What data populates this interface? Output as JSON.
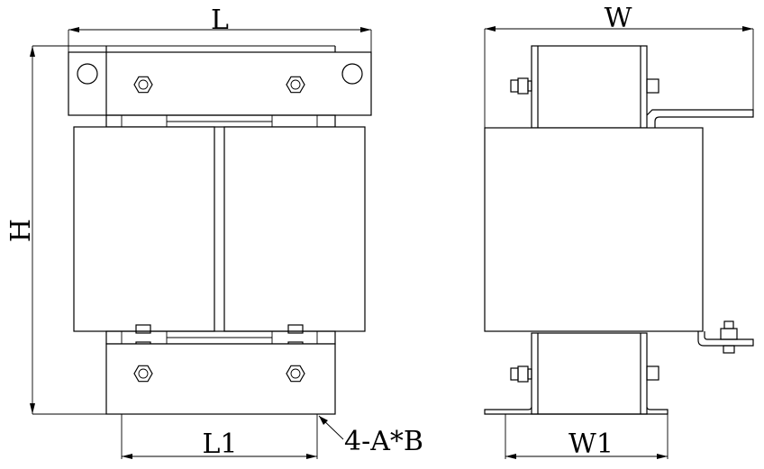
{
  "drawing": {
    "front_view": {
      "length_label": "L",
      "height_label": "H",
      "foot_spacing_label": "L1",
      "mounting_hole_label": "4-A*B"
    },
    "side_view": {
      "width_label": "W",
      "foot_width_label": "W1"
    }
  }
}
